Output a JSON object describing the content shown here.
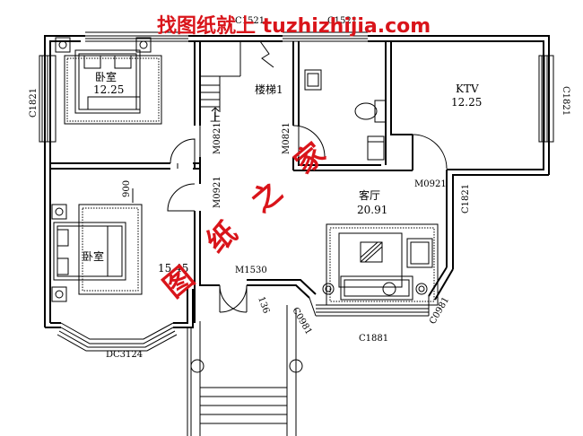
{
  "watermark": {
    "top_text": "找图纸就上 tuzhizhijia.com",
    "diagonal_chars": [
      "图",
      "纸",
      "之",
      "家"
    ],
    "color": "#d9141a"
  },
  "rooms": {
    "bedroom_top_name": "卧室",
    "bedroom_top_area": "12.25",
    "bedroom_bottom_name": "卧室",
    "bedroom_bottom_area": "15.45",
    "stairs_name": "楼梯1",
    "stairs_up": "上",
    "ktv_name": "KTV",
    "ktv_area": "12.25",
    "living_name": "客厅",
    "living_area": "20.91"
  },
  "openings": {
    "c1521_left": "C1521",
    "c1521_right": "C1521",
    "c1821_left": "C1821",
    "c1821_right": "C1821",
    "c1821_mid": "C1821",
    "m0821_a": "M0821",
    "m0821_b": "M0821",
    "m0921_a": "M0921",
    "m0921_b": "M0921",
    "m1530": "M1530",
    "c0981_left": "C0981",
    "c0981_right": "C0981",
    "c1881": "C1881",
    "dc3124": "DC3124"
  },
  "dimensions": {
    "d900": "900",
    "d136": "136"
  }
}
